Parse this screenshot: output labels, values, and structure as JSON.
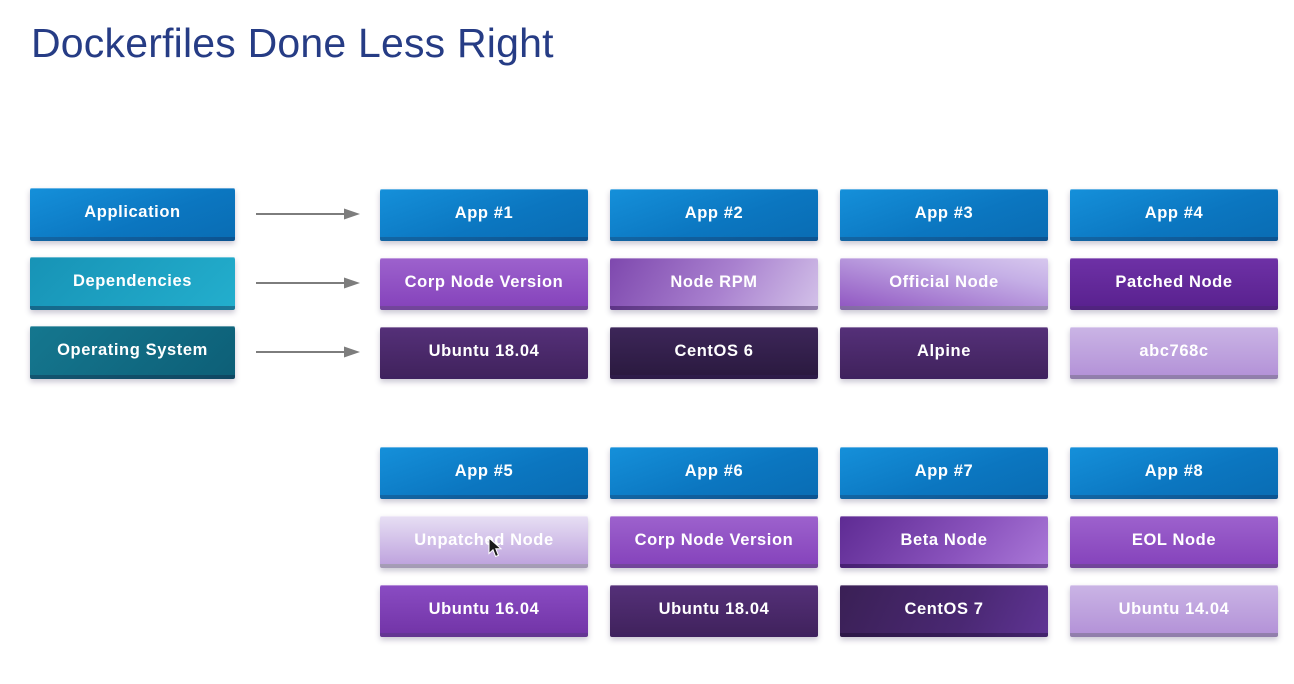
{
  "title": "Dockerfiles Done Less Right",
  "palette": {
    "title_text": "#263c85",
    "arrow": "#7d7d7d",
    "box_text": "#ffffff",
    "blue": "#0d7fc8",
    "teal": "#1da1c2",
    "teal_dark": "#116b83",
    "purple_mid": "#9155c5",
    "purple_light": "#cab4e5",
    "violet_dark": "#642a9b",
    "plum_dark": "#4b2a6c",
    "plum_darkest": "#34204c"
  },
  "legend": {
    "items": [
      {
        "label": "Application",
        "style": "blue"
      },
      {
        "label": "Dependencies",
        "style": "teal"
      },
      {
        "label": "Operating System",
        "style": "teal-dark"
      }
    ]
  },
  "groups": [
    {
      "stacks": [
        {
          "app": {
            "label": "App #1",
            "style": "blue"
          },
          "dep": {
            "label": "Corp Node Version",
            "style": "purple"
          },
          "os": {
            "label": "Ubuntu 18.04",
            "style": "plum"
          }
        },
        {
          "app": {
            "label": "App #2",
            "style": "blue"
          },
          "dep": {
            "label": "Node RPM",
            "style": "purple-fade-br"
          },
          "os": {
            "label": "CentOS 6",
            "style": "plum-darkest"
          }
        },
        {
          "app": {
            "label": "App #3",
            "style": "blue"
          },
          "dep": {
            "label": "Official Node",
            "style": "lavender-fade-tr"
          },
          "os": {
            "label": "Alpine",
            "style": "plum"
          }
        },
        {
          "app": {
            "label": "App #4",
            "style": "blue"
          },
          "dep": {
            "label": "Patched Node",
            "style": "violet-dark"
          },
          "os": {
            "label": "abc768c",
            "style": "lavender"
          }
        }
      ]
    },
    {
      "stacks": [
        {
          "app": {
            "label": "App #5",
            "style": "blue"
          },
          "dep": {
            "label": "Unpatched Node",
            "style": "lavender-light"
          },
          "os": {
            "label": "Ubuntu 16.04",
            "style": "purple-bright"
          }
        },
        {
          "app": {
            "label": "App #6",
            "style": "blue"
          },
          "dep": {
            "label": "Corp Node Version",
            "style": "purple"
          },
          "os": {
            "label": "Ubuntu 18.04",
            "style": "plum"
          }
        },
        {
          "app": {
            "label": "App #7",
            "style": "blue"
          },
          "dep": {
            "label": "Beta Node",
            "style": "purple-fade-diag"
          },
          "os": {
            "label": "CentOS 7",
            "style": "plum-fade"
          }
        },
        {
          "app": {
            "label": "App #8",
            "style": "blue"
          },
          "dep": {
            "label": "EOL Node",
            "style": "purple"
          },
          "os": {
            "label": "Ubuntu 14.04",
            "style": "lavender"
          }
        }
      ]
    }
  ]
}
